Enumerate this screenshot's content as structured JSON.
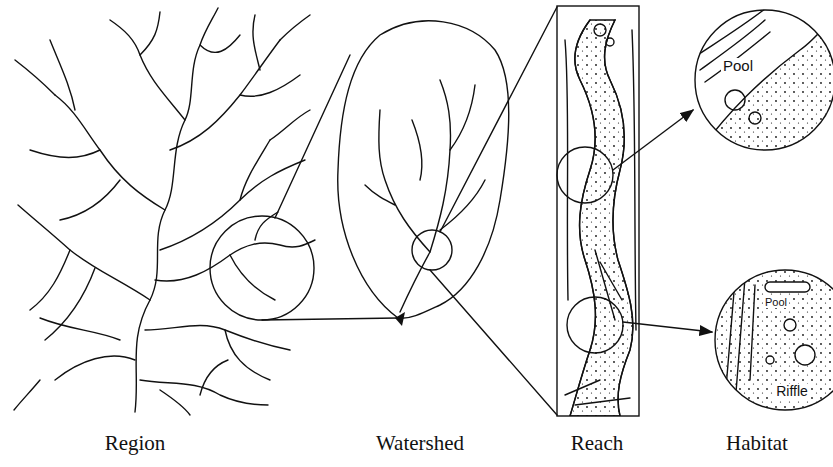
{
  "diagram": {
    "labels": [
      "Pool",
      "Pool",
      "Riffle",
      "Region",
      "Watershed",
      "Reach",
      "Habitat"
    ]
  }
}
